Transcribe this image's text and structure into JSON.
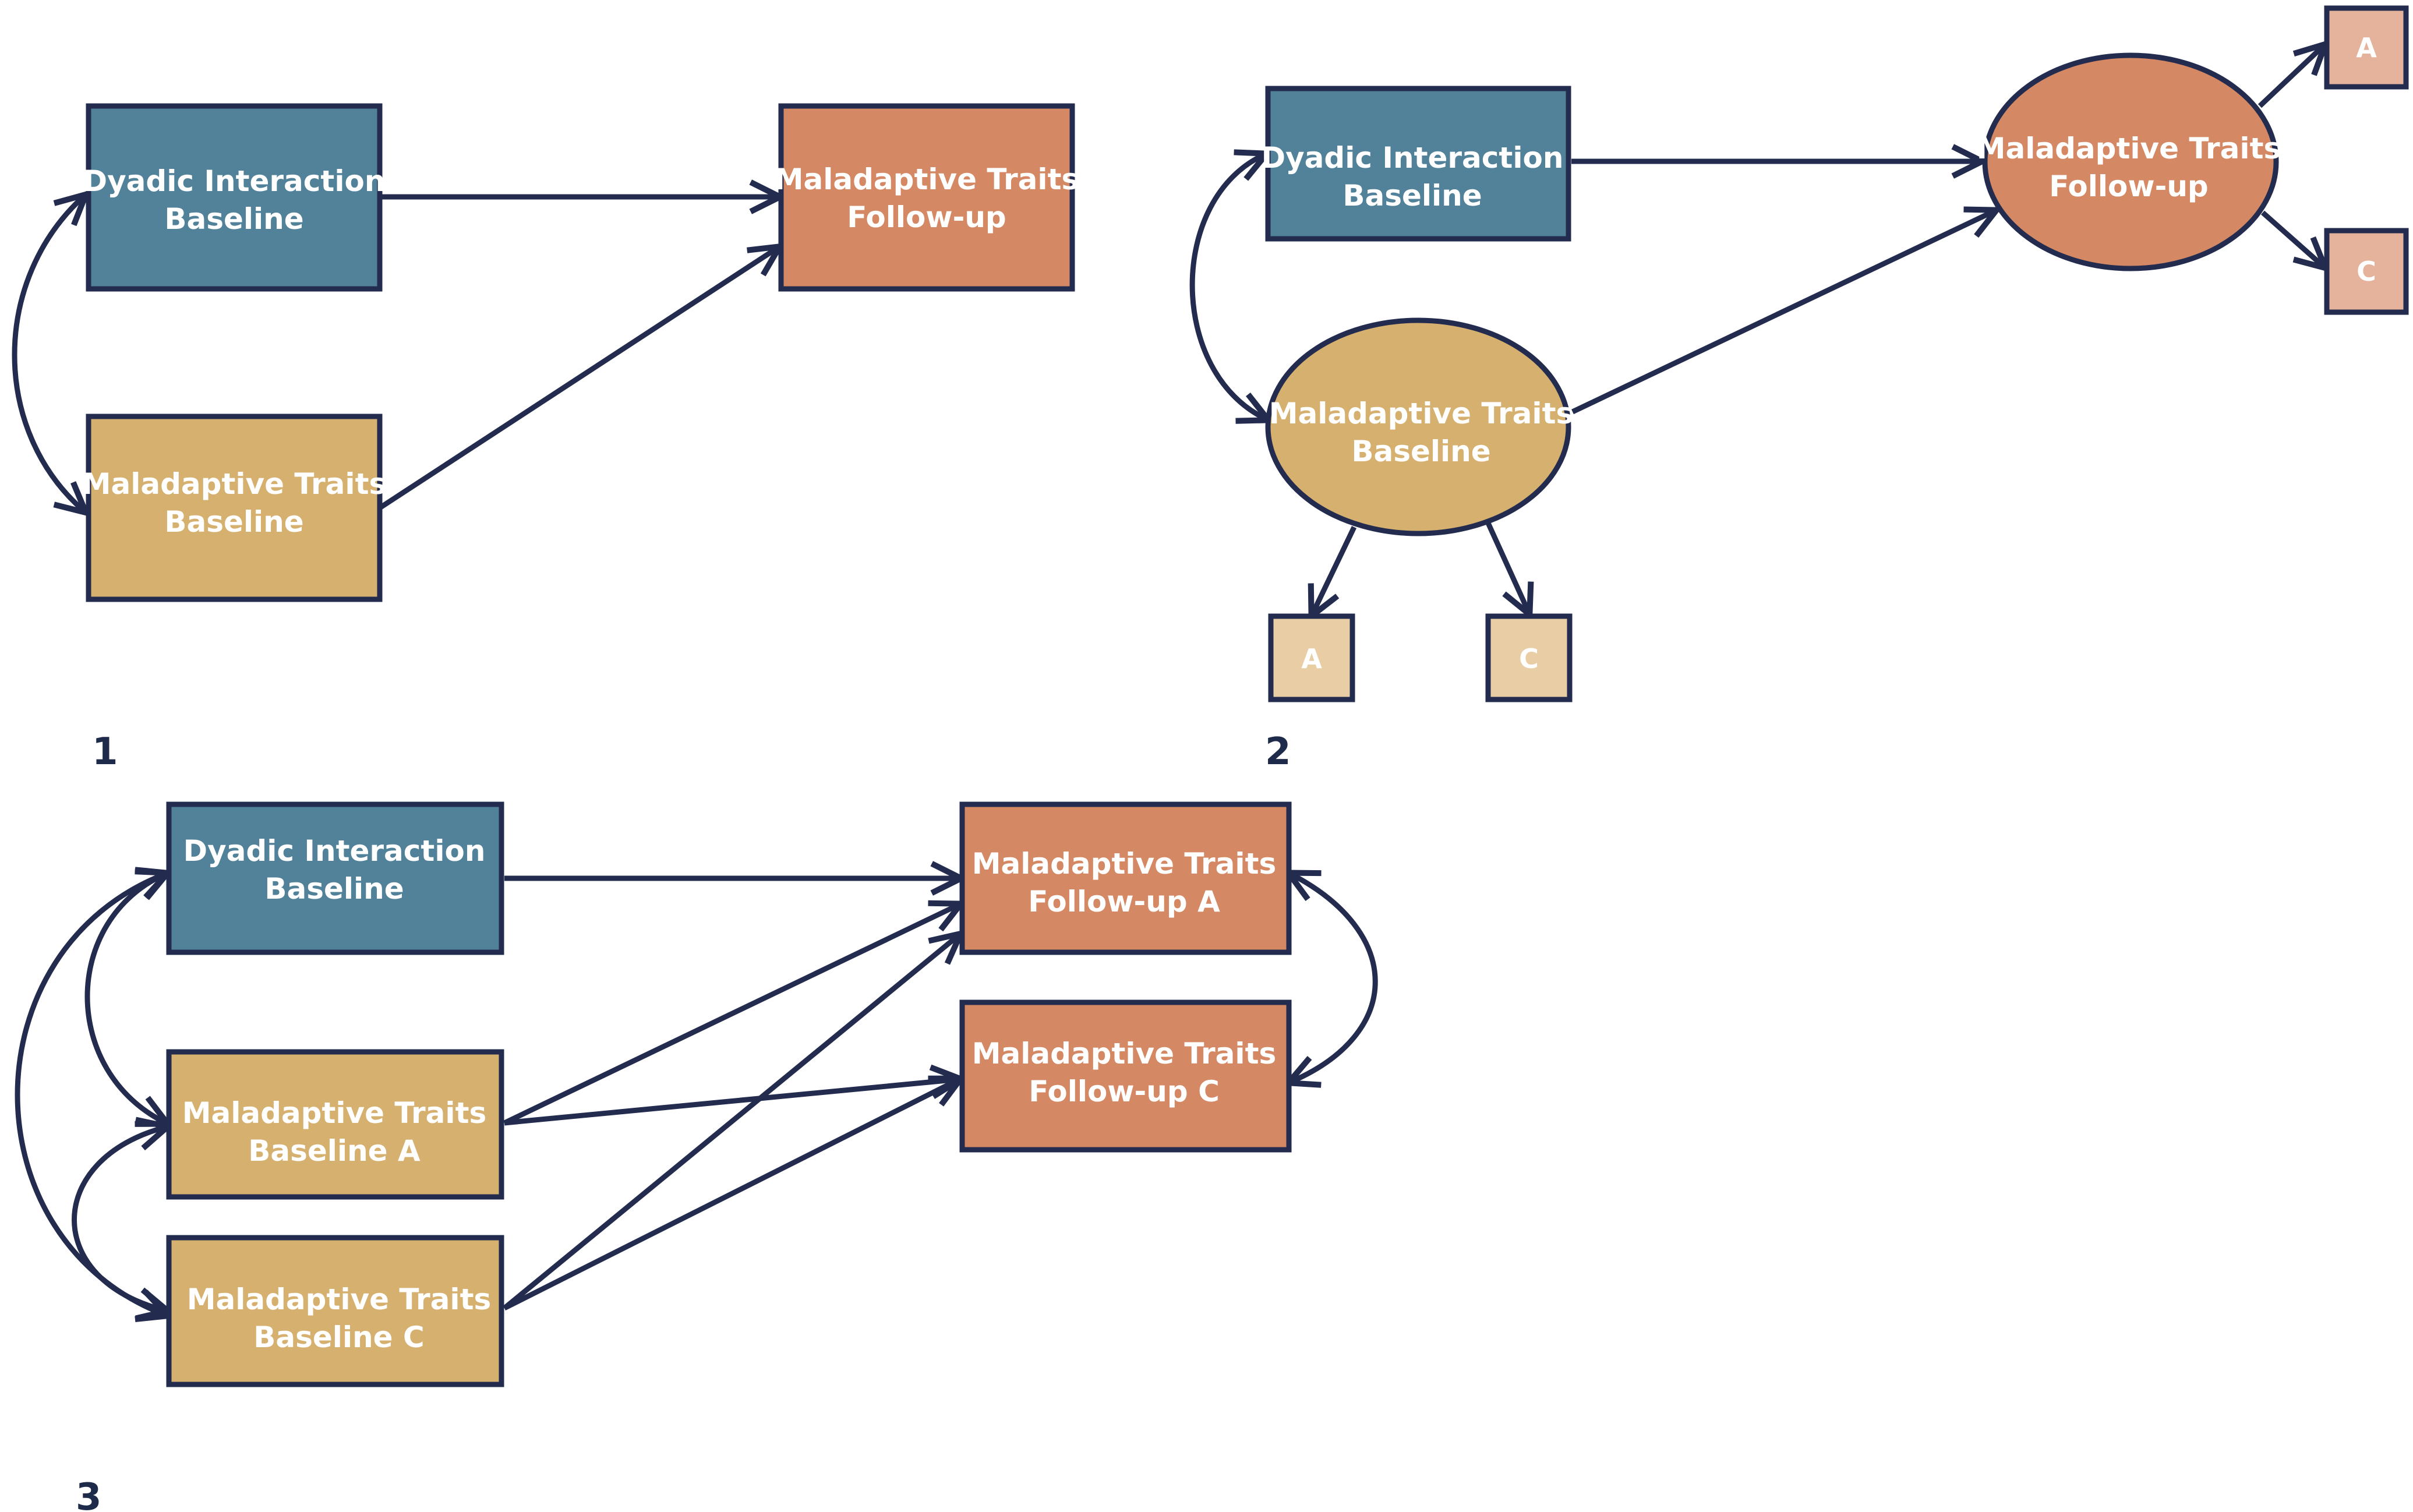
{
  "colors": {
    "stroke": "#232c4f",
    "dyadic": "#518299",
    "baseline": "#d6b06f",
    "followup": "#d48964",
    "indicator_baseline": "#e9cda4",
    "indicator_followup": "#e5b39b"
  },
  "panels": [
    {
      "id": "1",
      "label": "1"
    },
    {
      "id": "2",
      "label": "2"
    },
    {
      "id": "3",
      "label": "3"
    }
  ],
  "nodes": {
    "p1_dyadic": {
      "lines": [
        "Dyadic Interaction",
        "Baseline"
      ]
    },
    "p1_mt_baseline": {
      "lines": [
        "Maladaptive Traits",
        "Baseline"
      ]
    },
    "p1_mt_followup": {
      "lines": [
        "Maladaptive Traits",
        "Follow-up"
      ]
    },
    "p2_dyadic": {
      "lines": [
        "Dyadic Interaction",
        "Baseline"
      ]
    },
    "p2_mt_baseline": {
      "lines": [
        "Maladaptive Traits",
        "Baseline"
      ]
    },
    "p2_mt_followup": {
      "lines": [
        "Maladaptive Traits",
        "Follow-up"
      ]
    },
    "p2_ind_base_a": {
      "lines": [
        "A"
      ]
    },
    "p2_ind_base_c": {
      "lines": [
        "C"
      ]
    },
    "p2_ind_fu_a": {
      "lines": [
        "A"
      ]
    },
    "p2_ind_fu_c": {
      "lines": [
        "C"
      ]
    },
    "p3_dyadic": {
      "lines": [
        "Dyadic Interaction",
        "Baseline"
      ]
    },
    "p3_mt_baseline_a": {
      "lines": [
        "Maladaptive Traits",
        "Baseline A"
      ]
    },
    "p3_mt_baseline_c": {
      "lines": [
        "Maladaptive Traits",
        "Baseline C"
      ]
    },
    "p3_mt_followup_a": {
      "lines": [
        "Maladaptive Traits",
        "Follow-up A"
      ]
    },
    "p3_mt_followup_c": {
      "lines": [
        "Maladaptive Traits",
        "Follow-up C"
      ]
    }
  },
  "edges": [
    {
      "from": "p1_dyadic",
      "to": "p1_mt_followup",
      "type": "directed"
    },
    {
      "from": "p1_mt_baseline",
      "to": "p1_mt_followup",
      "type": "directed"
    },
    {
      "from": "p1_dyadic",
      "to": "p1_mt_baseline",
      "type": "covariance"
    },
    {
      "from": "p2_dyadic",
      "to": "p2_mt_followup",
      "type": "directed"
    },
    {
      "from": "p2_mt_baseline",
      "to": "p2_mt_followup",
      "type": "directed"
    },
    {
      "from": "p2_dyadic",
      "to": "p2_mt_baseline",
      "type": "covariance"
    },
    {
      "from": "p2_mt_baseline",
      "to": "p2_ind_base_a",
      "type": "directed"
    },
    {
      "from": "p2_mt_baseline",
      "to": "p2_ind_base_c",
      "type": "directed"
    },
    {
      "from": "p2_mt_followup",
      "to": "p2_ind_fu_a",
      "type": "directed"
    },
    {
      "from": "p2_mt_followup",
      "to": "p2_ind_fu_c",
      "type": "directed"
    },
    {
      "from": "p3_dyadic",
      "to": "p3_mt_followup_a",
      "type": "directed"
    },
    {
      "from": "p3_mt_baseline_a",
      "to": "p3_mt_followup_a",
      "type": "directed"
    },
    {
      "from": "p3_mt_baseline_a",
      "to": "p3_mt_followup_c",
      "type": "directed"
    },
    {
      "from": "p3_mt_baseline_c",
      "to": "p3_mt_followup_a",
      "type": "directed"
    },
    {
      "from": "p3_mt_baseline_c",
      "to": "p3_mt_followup_c",
      "type": "directed"
    },
    {
      "from": "p3_dyadic",
      "to": "p3_mt_baseline_a",
      "type": "covariance"
    },
    {
      "from": "p3_mt_baseline_a",
      "to": "p3_mt_baseline_c",
      "type": "covariance"
    },
    {
      "from": "p3_dyadic",
      "to": "p3_mt_baseline_c",
      "type": "covariance"
    },
    {
      "from": "p3_mt_followup_a",
      "to": "p3_mt_followup_c",
      "type": "covariance"
    }
  ]
}
